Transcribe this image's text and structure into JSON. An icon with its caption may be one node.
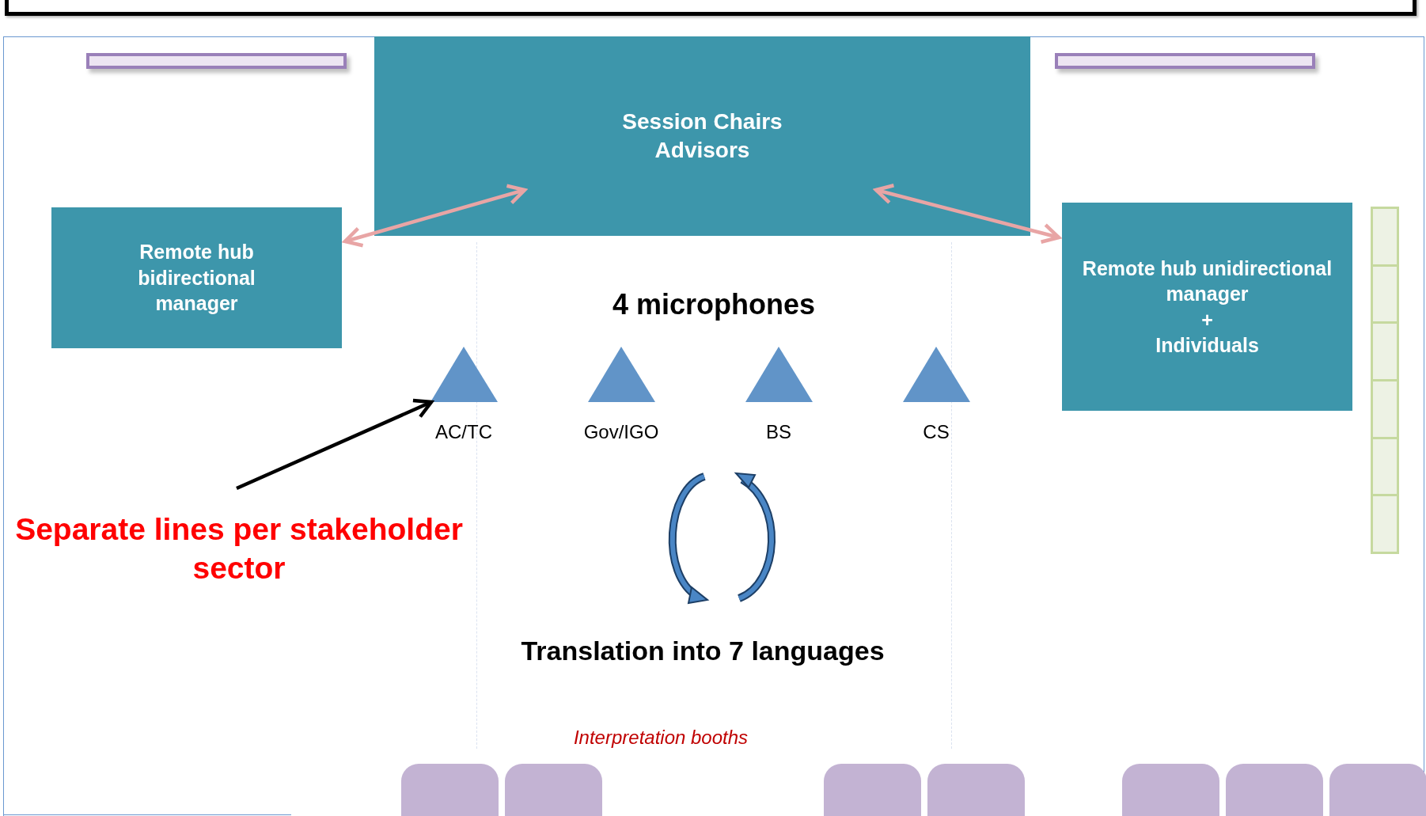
{
  "diagram": {
    "nodes": [
      {
        "text": [
          "Session Chairs Advisors"
        ]
      },
      {
        "text": [
          "Remote hub bidirectional manager"
        ]
      },
      {
        "text": [
          "Remote hub unidirectional manager",
          "+",
          "Individuals"
        ]
      },
      {
        "text": [
          "Separate lines per stakeholder sector"
        ]
      },
      {
        "text": [],
        "shape": "triangle",
        "beside": [
          "AC/TC"
        ]
      },
      {
        "text": [],
        "shape": "triangle",
        "beside": [
          "Gov/IGO"
        ]
      },
      {
        "text": [],
        "shape": "triangle",
        "beside": [
          "BS"
        ]
      },
      {
        "text": [],
        "shape": "triangle",
        "beside": [
          "CS"
        ]
      },
      {
        "text": [],
        "shape": "bar"
      },
      {
        "text": [],
        "shape": "bar"
      },
      {
        "text": [],
        "shape": "bar"
      },
      {
        "text": [],
        "shape": "box"
      },
      {
        "text": [],
        "shape": "box"
      },
      {
        "text": [],
        "shape": "box"
      },
      {
        "text": [],
        "shape": "box"
      },
      {
        "text": [],
        "shape": "box"
      },
      {
        "text": [],
        "shape": "box"
      },
      {
        "text": [],
        "shape": "box"
      }
    ],
    "edges": [
      {
        "from": 1,
        "to": 0,
        "arrow": "both"
      },
      {
        "from": 0,
        "to": 2,
        "arrow": "both"
      },
      {
        "from": 3,
        "to": 4,
        "arrow": "to",
        "color": "#000000"
      }
    ],
    "labels": [
      "4 microphones",
      "Translation into 7 languages",
      "Interpretation booths"
    ]
  }
}
